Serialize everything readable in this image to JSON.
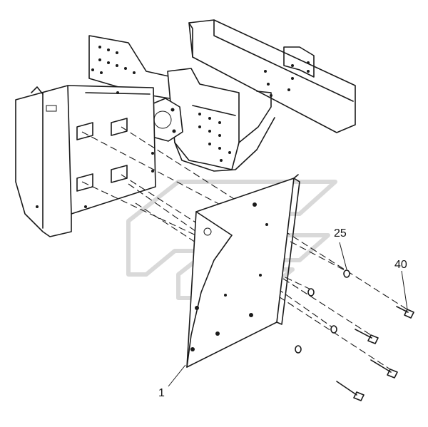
{
  "callouts": {
    "part_1": "1",
    "part_25": "25",
    "part_40": "40"
  },
  "colors": {
    "line": "#1a1a1a",
    "watermark": "#c9c9c9",
    "background": "#ffffff"
  }
}
